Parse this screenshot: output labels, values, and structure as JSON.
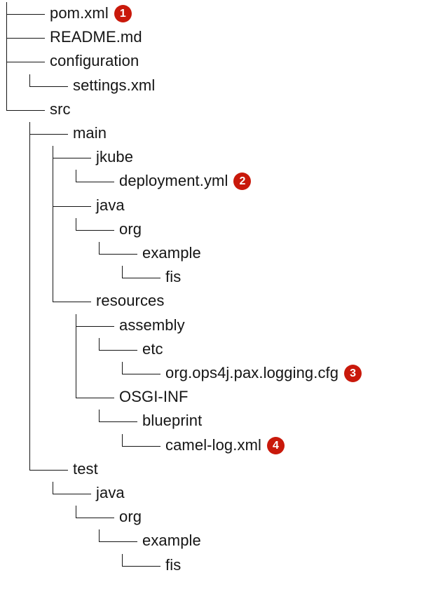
{
  "entries": [
    {
      "depth": 0,
      "name": "pom.xml",
      "callout": "1",
      "last": false
    },
    {
      "depth": 0,
      "name": "README.md",
      "last": false
    },
    {
      "depth": 0,
      "name": "configuration",
      "last": false
    },
    {
      "depth": 1,
      "name": "settings.xml",
      "last": true
    },
    {
      "depth": 0,
      "name": "src",
      "last": true
    },
    {
      "depth": 1,
      "name": "main",
      "last": false
    },
    {
      "depth": 2,
      "name": "jkube",
      "last": false
    },
    {
      "depth": 3,
      "name": "deployment.yml",
      "callout": "2",
      "last": true
    },
    {
      "depth": 2,
      "name": "java",
      "last": false
    },
    {
      "depth": 3,
      "name": "org",
      "last": true
    },
    {
      "depth": 4,
      "name": "example",
      "last": true
    },
    {
      "depth": 5,
      "name": "fis",
      "last": true
    },
    {
      "depth": 2,
      "name": "resources",
      "last": true
    },
    {
      "depth": 3,
      "name": "assembly",
      "last": false
    },
    {
      "depth": 4,
      "name": "etc",
      "last": true
    },
    {
      "depth": 5,
      "name": "org.ops4j.pax.logging.cfg",
      "callout": "3",
      "last": true
    },
    {
      "depth": 3,
      "name": "OSGI-INF",
      "last": true
    },
    {
      "depth": 4,
      "name": "blueprint",
      "last": true
    },
    {
      "depth": 5,
      "name": "camel-log.xml",
      "callout": "4",
      "last": true
    },
    {
      "depth": 1,
      "name": "test",
      "last": true
    },
    {
      "depth": 2,
      "name": "java",
      "last": true
    },
    {
      "depth": 3,
      "name": "org",
      "last": true
    },
    {
      "depth": 4,
      "name": "example",
      "last": true
    },
    {
      "depth": 5,
      "name": "fis",
      "last": true
    }
  ],
  "colors": {
    "text": "#151515",
    "callout_bg": "#c9190b",
    "callout_text": "#ffffff"
  }
}
